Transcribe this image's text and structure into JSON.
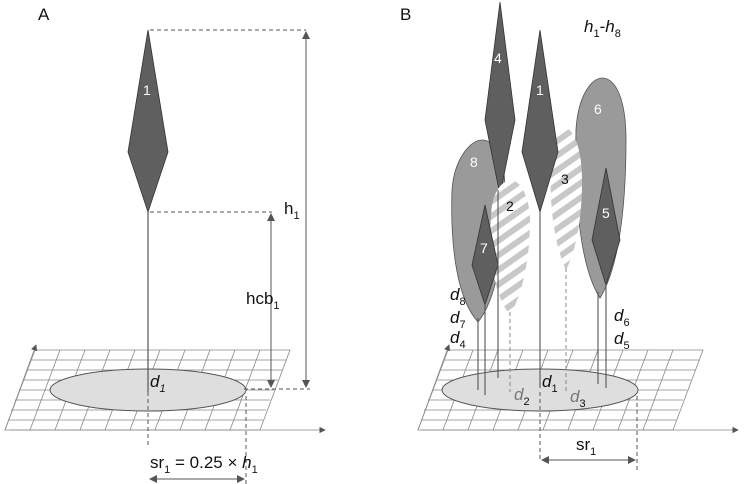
{
  "panels": {
    "a": {
      "letter": "A",
      "crown_number": "1",
      "height_label": "h",
      "height_sub": "1",
      "crown_base_label": "hcb",
      "crown_base_sub": "1",
      "stem_label": "d",
      "stem_sub": "1",
      "radius_label_pre": "sr",
      "radius_label_sub": "1",
      "radius_label_mid": " = 0.25 × ",
      "radius_label_h": "h",
      "radius_label_hsub": "1"
    },
    "b": {
      "letter": "B",
      "title_h": "h",
      "title_sub1": "1",
      "title_dash": "-",
      "title_h2": "h",
      "title_sub2": "8",
      "crowns": [
        "1",
        "2",
        "3",
        "4",
        "5",
        "6",
        "7",
        "8"
      ],
      "stems": [
        {
          "label": "d",
          "sub": "8"
        },
        {
          "label": "d",
          "sub": "7"
        },
        {
          "label": "d",
          "sub": "4"
        },
        {
          "label": "d",
          "sub": "6"
        },
        {
          "label": "d",
          "sub": "5"
        },
        {
          "label": "d",
          "sub": "1"
        },
        {
          "label": "d",
          "sub": "2"
        },
        {
          "label": "d",
          "sub": "3"
        }
      ],
      "radius_label": "sr",
      "radius_sub": "1"
    }
  },
  "colors": {
    "dark_crown": "#5f5f5f",
    "light_crown": "#9a9a9a",
    "hatch": "#c8c8c8",
    "plot_disc": "#dedede",
    "grid": "#888888",
    "dim_line": "#555555"
  }
}
